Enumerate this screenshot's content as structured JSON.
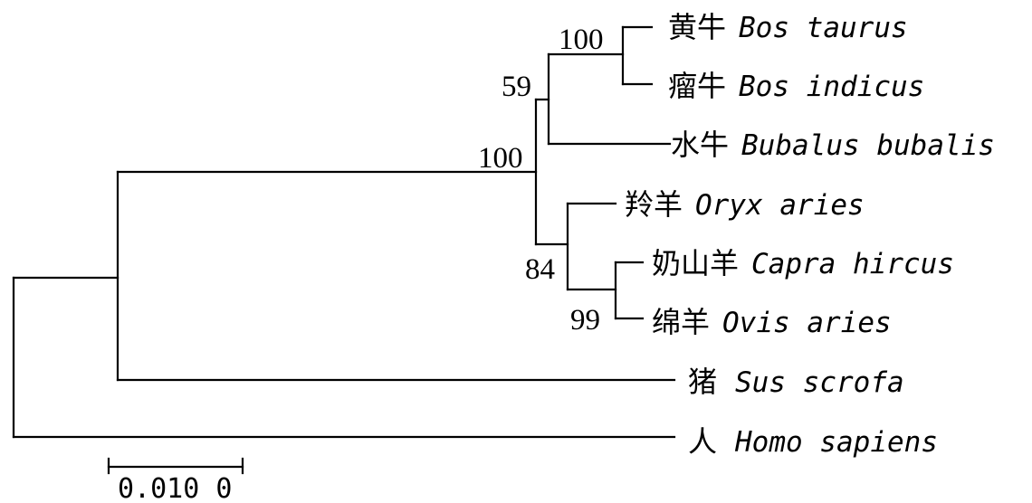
{
  "tree": {
    "taxa": [
      {
        "id": "bos_taurus",
        "cn": "黄牛",
        "latin": "Bos taurus"
      },
      {
        "id": "bos_indicus",
        "cn": "瘤牛",
        "latin": "Bos indicus"
      },
      {
        "id": "bubalus",
        "cn": "水牛",
        "latin": "Bubalus bubalis"
      },
      {
        "id": "oryx",
        "cn": "羚羊",
        "latin": "Oryx aries"
      },
      {
        "id": "capra",
        "cn": "奶山羊",
        "latin": "Capra hircus"
      },
      {
        "id": "ovis",
        "cn": "绵羊",
        "latin": "Ovis aries"
      },
      {
        "id": "sus",
        "cn": "猪",
        "latin": "Sus scrofa"
      },
      {
        "id": "homo",
        "cn": "人",
        "latin": "Homo sapiens"
      }
    ],
    "bootstrap": {
      "bos": "100",
      "bovini": "59",
      "bovidae": "100",
      "caprinae": "84",
      "capra_ovis": "99"
    },
    "scale_bar": {
      "value": 0.01,
      "label": "0.010 0"
    }
  }
}
